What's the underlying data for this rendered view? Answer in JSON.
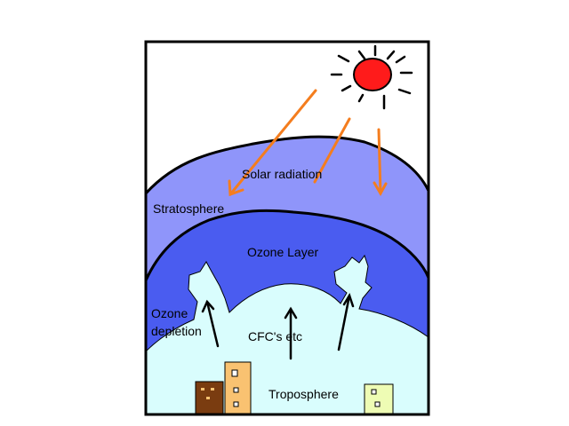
{
  "labels": {
    "solar_radiation": "Solar radiation",
    "stratosphere": "Stratosphere",
    "ozone_layer": "Ozone Layer",
    "ozone_depletion_line1": "Ozone",
    "ozone_depletion_line2": "depletion",
    "cfcs": "CFC's etc",
    "troposphere": "Troposphere"
  },
  "colors": {
    "stratosphere": "#8f95fa",
    "ozone_layer": "#4a5cf0",
    "troposphere": "#d9fdfd",
    "sun": "#ff1b1b",
    "radiation_arrows": "#f47d1e",
    "building_brown": "#7a3c10",
    "building_orange": "#f9c271",
    "building_green": "#eefcb4",
    "outline": "#000000"
  },
  "icons": {
    "sun": "sun-icon",
    "building": "building-icon",
    "arrow": "arrow-icon"
  }
}
